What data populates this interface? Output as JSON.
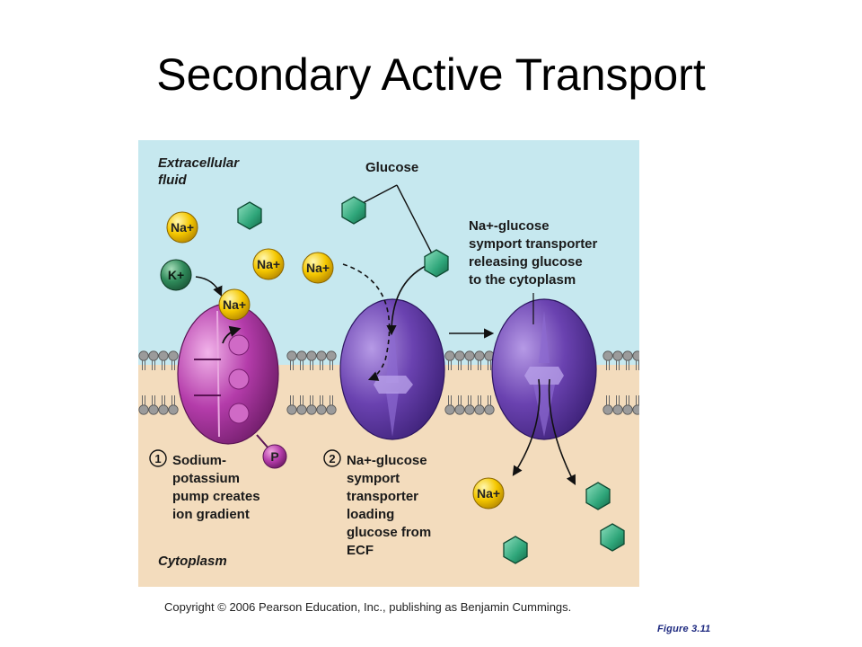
{
  "slide": {
    "title": "Secondary Active Transport",
    "copyright": "Copyright © 2006 Pearson Education, Inc., publishing as Benjamin Cummings.",
    "figure_ref": "Figure 3.11"
  },
  "diagram": {
    "regions": {
      "extracellular": [
        "Extracellular",
        "fluid"
      ],
      "cytoplasm": "Cytoplasm"
    },
    "glucose_label": "Glucose",
    "transporter_release_label": [
      "Na+-glucose",
      "symport transporter",
      "releasing glucose",
      "to the cytoplasm"
    ],
    "step1": {
      "number": "1",
      "lines": [
        "Sodium-",
        "potassium",
        "pump creates",
        "ion gradient"
      ]
    },
    "step2": {
      "number": "2",
      "lines": [
        "Na+-glucose",
        "symport",
        "transporter",
        "loading",
        "glucose from",
        "ECF"
      ]
    },
    "ions": {
      "sodium": "Na+",
      "potassium": "K+",
      "phosphate": "P"
    },
    "colors": {
      "extracellular_fluid": "#c6e8ef",
      "cytoplasm": "#f3dcbd",
      "pump": "#b43caa",
      "symporter": "#6a42b0",
      "glucose": "#2fa67a",
      "sodium_ion": "#f5c800",
      "potassium_ion": "#2f8a5a"
    }
  }
}
